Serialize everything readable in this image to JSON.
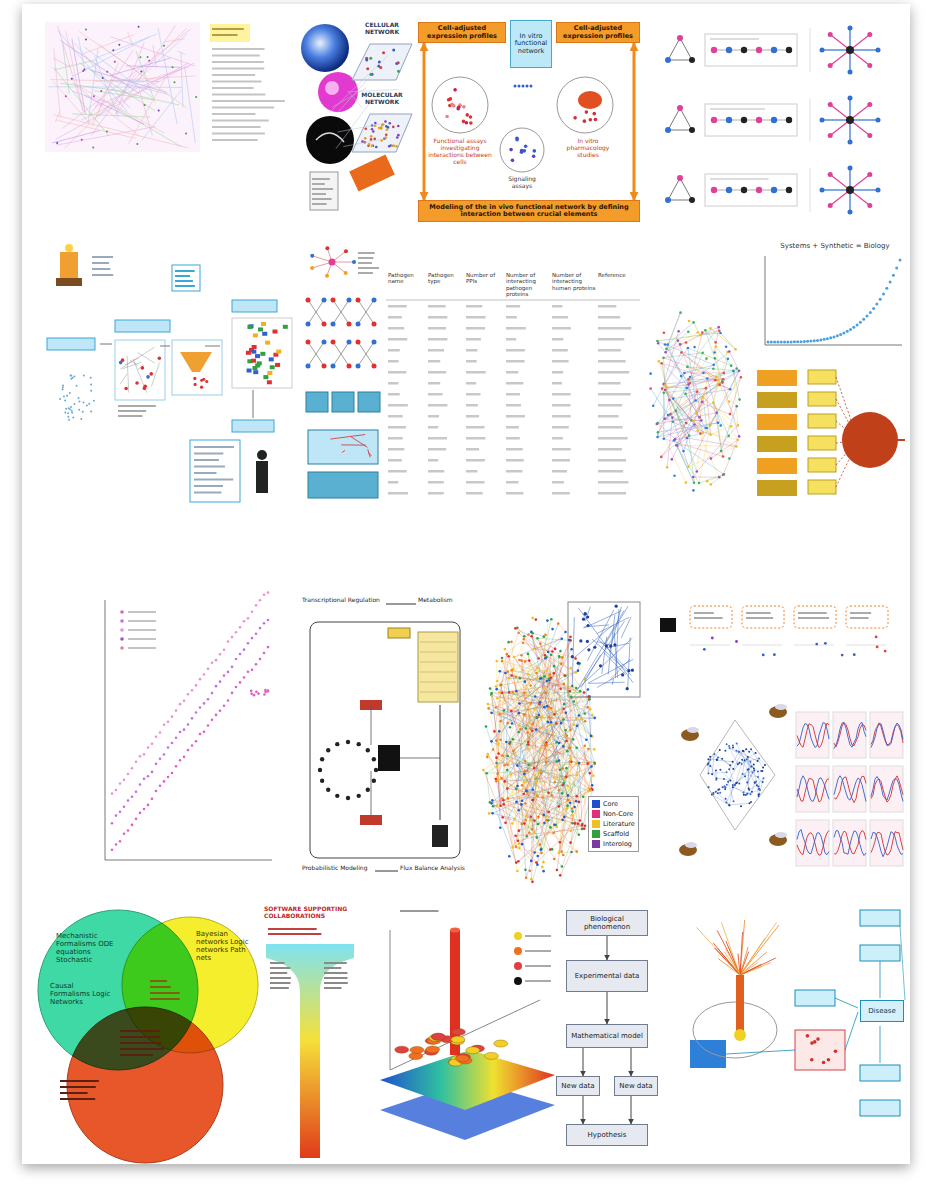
{
  "diagram": {
    "nodes": [
      {
        "text": [
          "Cell-adjusted expression profiles"
        ]
      },
      {
        "text": [
          "In vitro functional network"
        ]
      },
      {
        "text": [
          "Cell-adjusted expression profiles"
        ]
      },
      {
        "text": [
          "Modeling of the in vivo functional network by defining interaction between crucial elements"
        ]
      },
      {
        "text": [
          "Biological phenomenon"
        ]
      },
      {
        "text": [
          "Experimental data"
        ]
      },
      {
        "text": [
          "Mathematical model"
        ]
      },
      {
        "text": [
          "New data"
        ]
      },
      {
        "text": [
          "New data"
        ]
      },
      {
        "text": [
          "Hypothesis"
        ]
      },
      {
        "text": [
          "Disease"
        ]
      }
    ],
    "edges": [
      {
        "from": 0,
        "to": 3,
        "arrow": "both"
      },
      {
        "from": 2,
        "to": 3,
        "arrow": "both"
      },
      {
        "from": 4,
        "to": 5,
        "arrow": "to"
      },
      {
        "from": 5,
        "to": 6,
        "arrow": "to"
      },
      {
        "from": 6,
        "to": 7,
        "arrow": "to"
      },
      {
        "from": 6,
        "to": 8,
        "arrow": "to"
      },
      {
        "from": 7,
        "to": 9,
        "arrow": "to"
      },
      {
        "from": 8,
        "to": 9,
        "arrow": "to"
      }
    ],
    "labels": [
      "Functional assays investigating interactions between cells",
      "Signaling assays",
      "In vitro pharmacology studies",
      "CELLULAR NETWORK",
      "MOLECULAR NETWORK",
      "Pathogen name",
      "Pathogen type",
      "Number of PPIs",
      "Number of interacting pathogen proteins",
      "Number of interacting human proteins",
      "Reference",
      "Systems + Synthetic = Biology",
      "Transcriptional Regulation",
      "Metabolism",
      "Probabilistic Modeling",
      "Flux Balance Analysis",
      "Mechanistic Formalisms ODE equations Stochastic",
      "Causal Formalisms Logic Networks",
      "Bayesian networks Logic networks Path nets",
      "SOFTWARE SUPPORTING COLLABORATIONS"
    ],
    "legend": [
      {
        "text": "Core",
        "color": "#1f4fd0"
      },
      {
        "text": "Non-Core",
        "color": "#e0307a"
      },
      {
        "text": "Literature",
        "color": "#f0c020"
      },
      {
        "text": "Scaffold",
        "color": "#30a040"
      },
      {
        "text": "Interolog",
        "color": "#7a3aa0"
      }
    ]
  }
}
